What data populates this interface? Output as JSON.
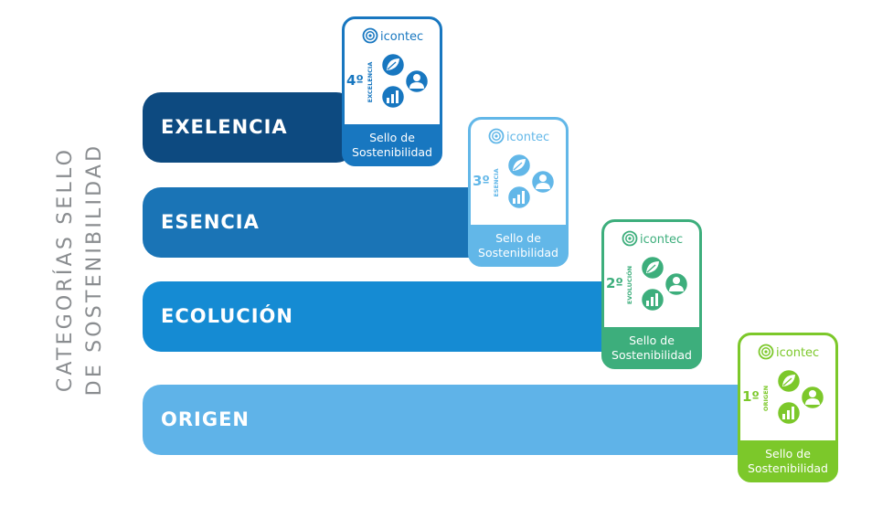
{
  "side_title": {
    "line1": "CATEGORÍAS SELLO",
    "line2": "DE SOSTENIBILIDAD"
  },
  "categories": [
    {
      "level": "4º",
      "name": "EXELENCIA",
      "badge_vertical": "EXCELENCIA",
      "brand": "icontec",
      "seal_line1": "Sello de",
      "seal_line2": "Sostenibilidad",
      "color": "#0d4a80",
      "badge_color": "#1877c0"
    },
    {
      "level": "3º",
      "name": "ESENCIA",
      "badge_vertical": "ESENCIA",
      "brand": "icontec",
      "seal_line1": "Sello de",
      "seal_line2": "Sostenibilidad",
      "color": "#1a74b6",
      "badge_color": "#62b7e8"
    },
    {
      "level": "2º",
      "name": "ECOLUCIÓN",
      "badge_vertical": "EVOLUCIÓN",
      "brand": "icontec",
      "seal_line1": "Sello de",
      "seal_line2": "Sostenibilidad",
      "color": "#158bd3",
      "badge_color": "#3dae7c"
    },
    {
      "level": "1º",
      "name": "ORIGEN",
      "badge_vertical": "ORIGEN",
      "brand": "icontec",
      "seal_line1": "Sello de",
      "seal_line2": "Sostenibilidad",
      "color": "#5fb3e8",
      "badge_color": "#7cc82a"
    }
  ]
}
